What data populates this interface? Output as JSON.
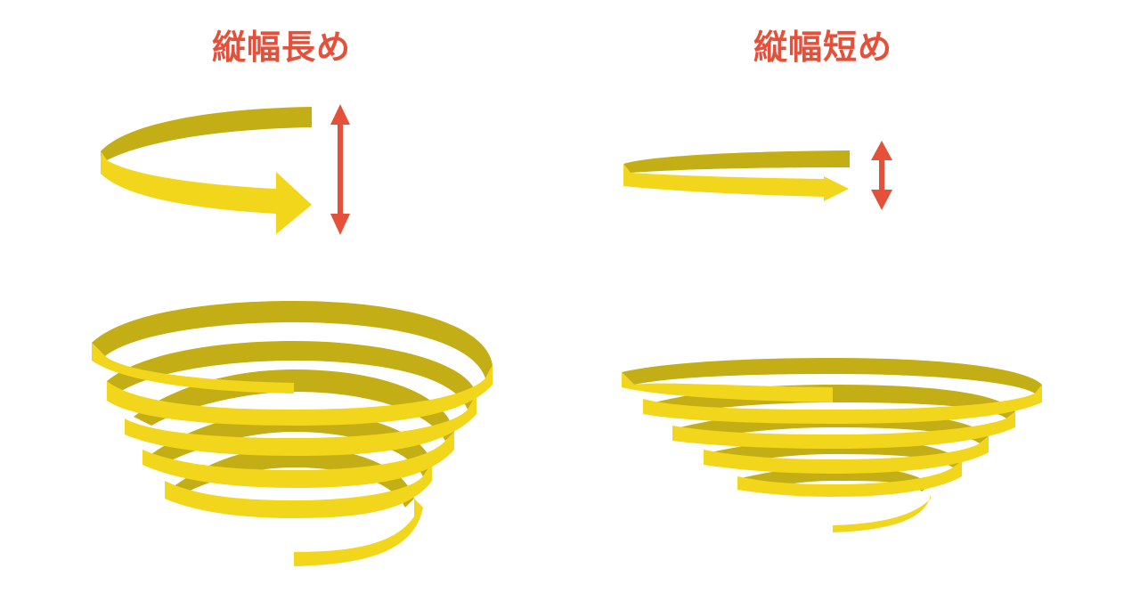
{
  "titles": {
    "left": "縦幅長め",
    "right": "縦幅短め"
  },
  "colors": {
    "ribbon_back": "#C4AE16",
    "ribbon_front": "#F2D61C",
    "arrow_red": "#E5503A",
    "background": "#FFFFFF"
  },
  "panels": [
    {
      "label": "縦幅長め",
      "description": "tall single rotation arrow with tall double arrow; tall conical spiral with 6 turns"
    },
    {
      "label": "縦幅短め",
      "description": "flat single rotation arrow with short double arrow; flat conical spiral with 5 turns"
    }
  ]
}
